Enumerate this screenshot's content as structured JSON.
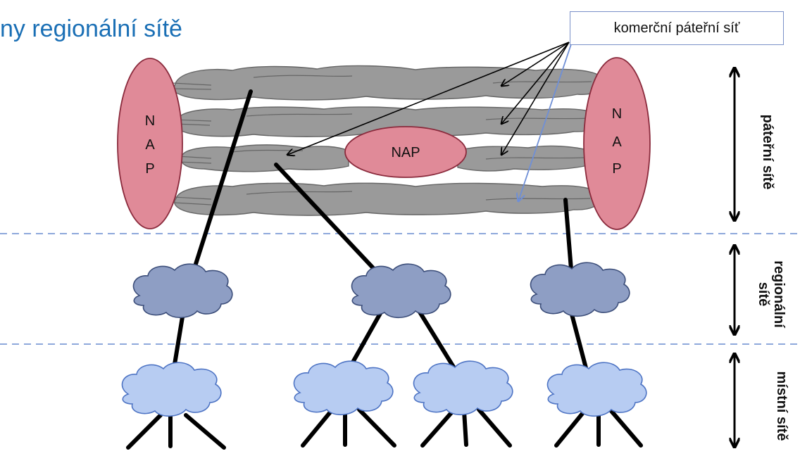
{
  "title": "ny regionální sítě",
  "callout": "komerční páteřní síť",
  "nap_left": [
    "N",
    "A",
    "P"
  ],
  "nap_right": [
    "N",
    "A",
    "P"
  ],
  "nap_center": "NAP",
  "tier_labels": {
    "backbone": "páteřní sítě",
    "regional_line1": "regionální",
    "regional_line2": "sítě",
    "local": "místní  sítě"
  },
  "colors": {
    "title": "#1a6fb5",
    "nap_fill": "#e08a98",
    "backbone_cloud": "#9a9a9a",
    "regional_cloud": "#8e9ec4",
    "local_cloud": "#b7ccf2",
    "divider": "#7f9cd6",
    "pointer_blue": "#6f8fd6"
  }
}
